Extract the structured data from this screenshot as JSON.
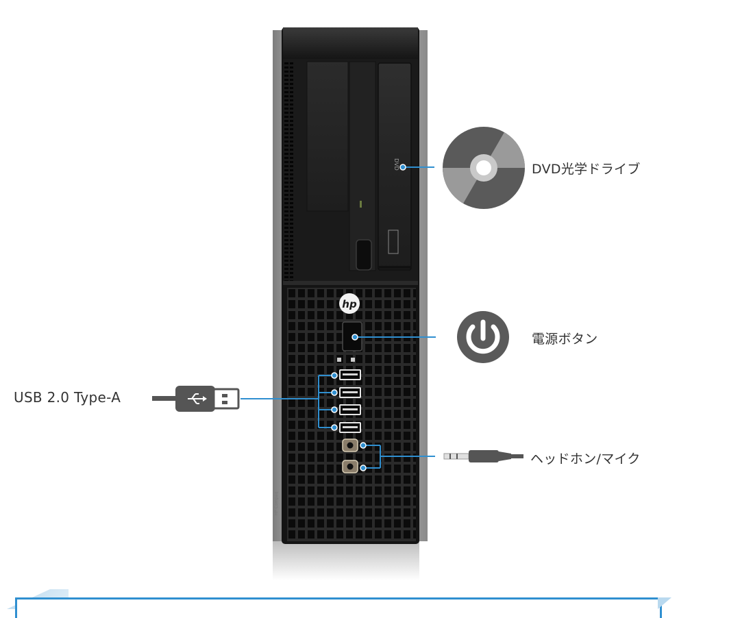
{
  "labels": {
    "dvd_drive": "DVD光学ドライブ",
    "power_button": "電源ボタン",
    "usb": "USB 2.0 Type-A",
    "headphone_mic": "ヘッドホン/マイク"
  },
  "device": {
    "brand_logo": "hp",
    "usb_port_count": 4,
    "audio_jack_count": 2
  },
  "icons": {
    "dvd": "disc-icon",
    "power": "power-icon",
    "usb": "usb-plug-icon",
    "audio": "audio-jack-icon"
  },
  "colors": {
    "accent": "#2f8fd0",
    "icon_gray": "#5a5a5a",
    "case_black": "#1c1c1c",
    "case_silver": "#c8c8c8"
  }
}
